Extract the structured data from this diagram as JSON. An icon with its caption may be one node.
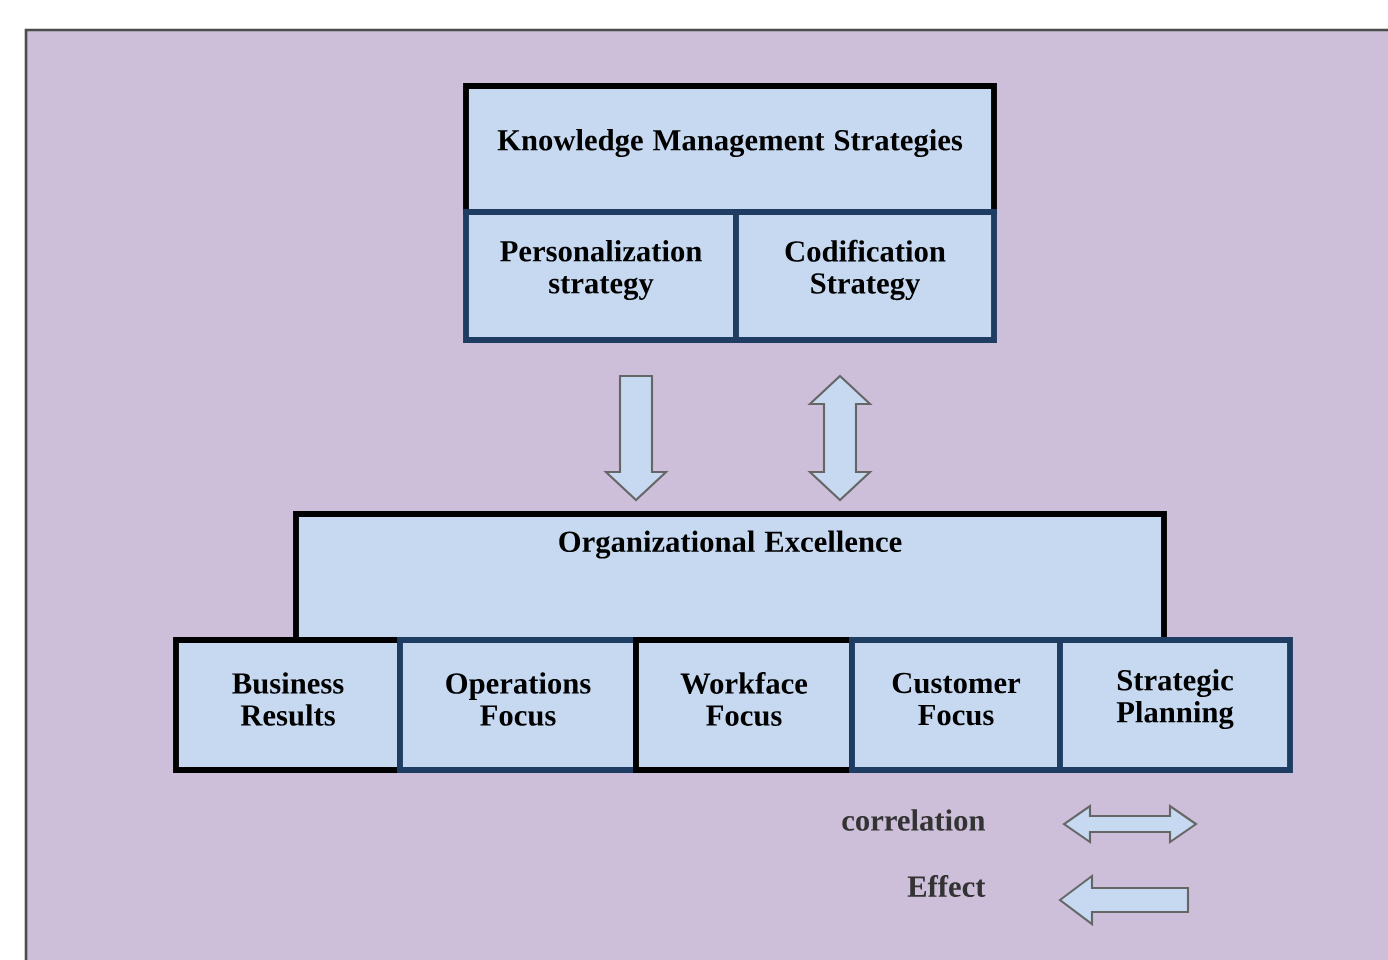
{
  "diagram": {
    "nodes": [
      {
        "text": [
          "Knowledge Management Strategies"
        ]
      },
      {
        "text": [
          "Personalization strategy"
        ]
      },
      {
        "text": [
          "Codification Strategy"
        ]
      },
      {
        "text": [
          "Organizational Excellence"
        ]
      },
      {
        "text": [
          "Business Results"
        ]
      },
      {
        "text": [
          "Operations Focus"
        ]
      },
      {
        "text": [
          "Workface Focus"
        ]
      },
      {
        "text": [
          "Customer Focus"
        ]
      },
      {
        "text": [
          "Strategic Planning"
        ]
      }
    ],
    "edges": [
      {
        "from": 1,
        "to": 3,
        "arrow": "to"
      },
      {
        "from": 2,
        "to": 3,
        "arrow": "both"
      }
    ],
    "legend": [
      {
        "text": "correlation"
      },
      {
        "text": "Effect"
      }
    ]
  }
}
